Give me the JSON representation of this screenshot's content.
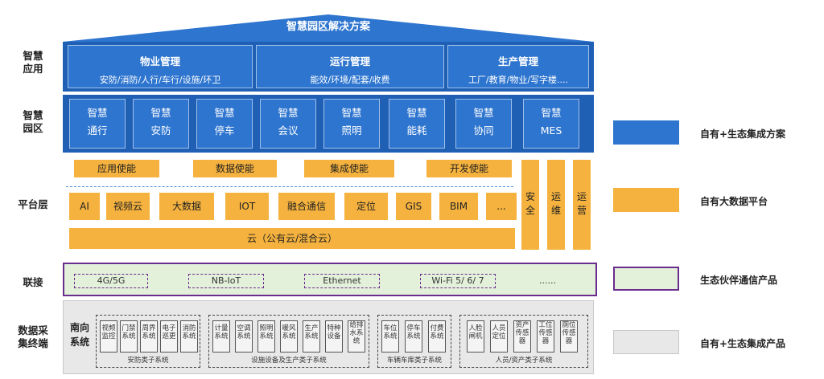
{
  "roof": {
    "title": "智慧园区解决方案"
  },
  "row_labels": {
    "app": [
      "智慧",
      "应用"
    ],
    "campus": [
      "智慧",
      "园区"
    ],
    "platform": "平台层",
    "connect": "联接",
    "terminal": [
      "数据采",
      "集终端"
    ]
  },
  "apps": [
    {
      "title": "物业管理",
      "sub": "安防/消防/人行/车行/设施/环卫"
    },
    {
      "title": "运行管理",
      "sub": "能效/环境/配套/收费"
    },
    {
      "title": "生产管理",
      "sub": "工厂/教育/物业/写字楼...."
    }
  ],
  "campus": [
    [
      "智慧",
      "通行"
    ],
    [
      "智慧",
      "安防"
    ],
    [
      "智慧",
      "停车"
    ],
    [
      "智慧",
      "会议"
    ],
    [
      "智慧",
      "照明"
    ],
    [
      "智慧",
      "能耗"
    ],
    [
      "智慧",
      "协同"
    ],
    [
      "智慧",
      "MES"
    ]
  ],
  "enablers": [
    "应用使能",
    "数据使能",
    "集成使能",
    "开发使能"
  ],
  "modules": [
    "AI",
    "视频云",
    "大数据",
    "IOT",
    "融合通信",
    "定位",
    "GIS",
    "BIM",
    "..."
  ],
  "cloud": "云（公有云/混合云）",
  "vertical": [
    [
      "安",
      "全"
    ],
    [
      "运",
      "维"
    ],
    [
      "运",
      "营"
    ]
  ],
  "connect": [
    "4G/5G",
    "NB-IoT",
    "Ethernet",
    "Wi-Fi 5/ 6/ 7",
    "......"
  ],
  "terminal": {
    "south": [
      "南向",
      "系统"
    ],
    "groups": [
      {
        "label": "安防类子系统",
        "cells": [
          [
            "视频",
            "监控"
          ],
          [
            "门禁",
            "系统"
          ],
          [
            "周界",
            "系统"
          ],
          [
            "电子",
            "巡更"
          ],
          [
            "消防",
            "系统"
          ]
        ]
      },
      {
        "label": "设施设备及生产类子系统",
        "cells": [
          [
            "计量",
            "系统"
          ],
          [
            "空调",
            "系统"
          ],
          [
            "照明",
            "系统"
          ],
          [
            "暖风",
            "系统"
          ],
          [
            "生产",
            "系统"
          ],
          [
            "特种",
            "设备"
          ],
          [
            "给排",
            "水系",
            "统"
          ]
        ]
      },
      {
        "label": "车辆车库类子系统",
        "cells": [
          [
            "车位",
            "系统"
          ],
          [
            "停车",
            "系统"
          ],
          [
            "付费",
            "系统"
          ]
        ]
      },
      {
        "label": "人员/资产类子系统",
        "cells": [
          [
            "人脸",
            "闸机"
          ],
          [
            "人员",
            "定位"
          ],
          [
            "资产",
            "传感",
            "器"
          ],
          [
            "工位",
            "传感",
            "器"
          ],
          [
            "厕位",
            "传感",
            "器"
          ]
        ]
      }
    ]
  },
  "legend": [
    {
      "text": "自有+生态集成方案",
      "color": "#2e75cf"
    },
    {
      "text": "自有大数据平台",
      "color": "#f5b23e"
    },
    {
      "text": "生态伙伴通信产品",
      "color": "#e3f1da"
    },
    {
      "text": "自有+生态集成产品",
      "color": "#e8e8e8"
    }
  ],
  "colors": {
    "blue": "#2e75cf",
    "dark_blue": "#1f5fb4",
    "orange": "#f5b23e",
    "green": "#e3f1da",
    "purple": "#6a2d8e",
    "gray": "#e8e8e8"
  }
}
